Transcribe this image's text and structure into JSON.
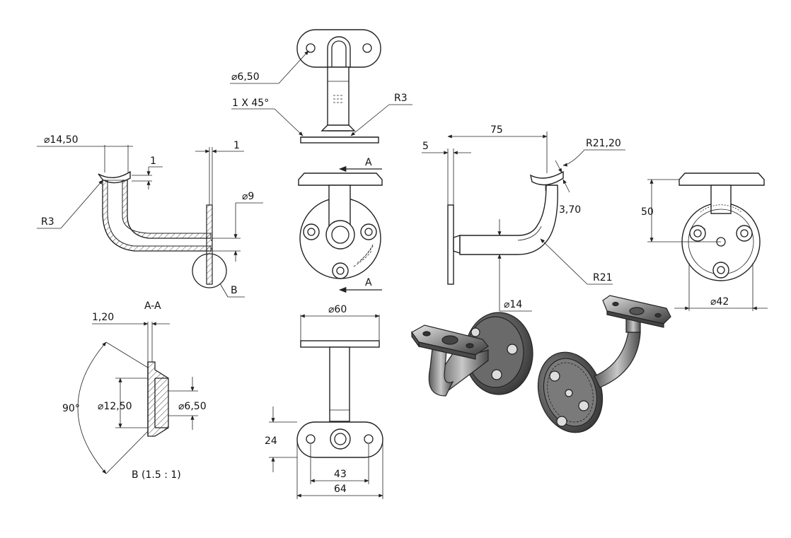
{
  "dimensions": {
    "top_hole_dia": "⌀6,50",
    "chamfer": "1 X 45°",
    "top_radius": "R3",
    "left_saddle_dia": "⌀14,50",
    "left_wall_1": "1",
    "left_plate_1": "1",
    "left_dia_9": "⌀9",
    "left_radius": "R3",
    "detail_ref": "B",
    "section_label": "A-A",
    "detail_thickness": "1,20",
    "detail_angle": "90°",
    "detail_outer_dia": "⌀12,50",
    "detail_inner_dia": "⌀6,50",
    "detail_scale": "B (1.5 : 1)",
    "section_arrow_top": "A",
    "section_arrow_bottom": "A",
    "plate_dia_60": "⌀60",
    "height_24": "24",
    "hole_spacing_43": "43",
    "plate_width_64": "64",
    "side_offset_5": "5",
    "side_reach_75": "75",
    "saddle_radius": "R21,20",
    "saddle_thickness": "3,70",
    "bend_radius": "R21",
    "tube_dia": "⌀14",
    "front_height_50": "50",
    "front_dia_42": "⌀42"
  },
  "colors": {
    "line": "#222222",
    "solid_dark": "#3a3a3a",
    "solid_mid": "#8a8a8a",
    "solid_light": "#d9d9d9",
    "background": "#ffffff"
  }
}
